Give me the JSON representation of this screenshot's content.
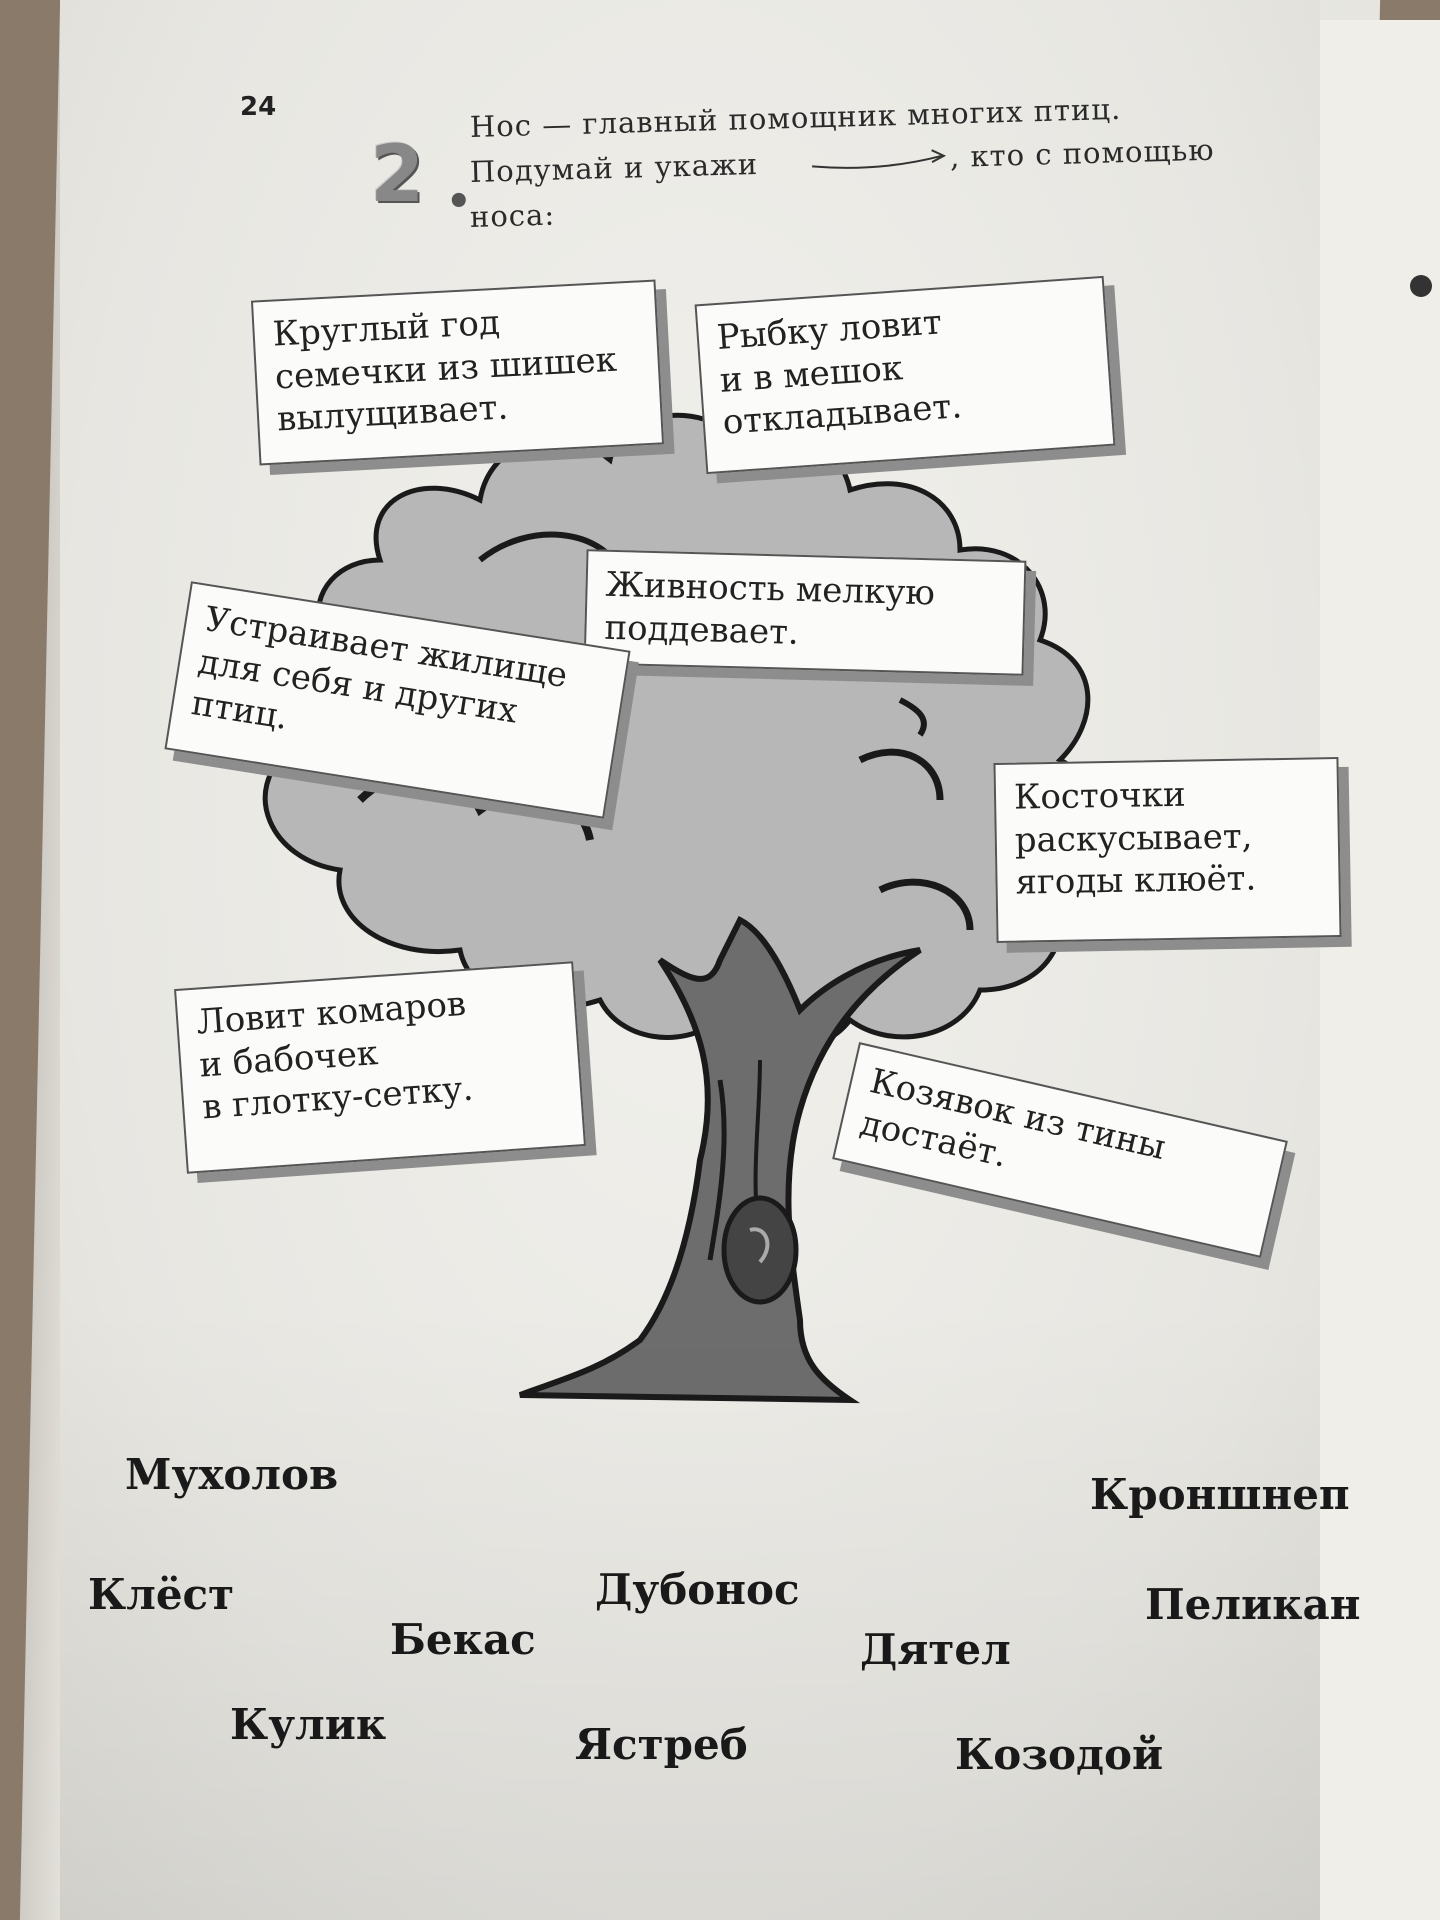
{
  "page": {
    "number": "24",
    "task_number": "2",
    "instruction": {
      "line1": "Нос — главный помощник многих птиц.",
      "line2a": "Подумай и укажи",
      "line2b": ", кто с помощью",
      "line3": "носа:"
    }
  },
  "cards": [
    {
      "lines": [
        "Круглый год",
        "семечки из шишек",
        "вылущивает."
      ]
    },
    {
      "lines": [
        "Рыбку ловит",
        "и в мешок",
        "откладывает."
      ]
    },
    {
      "lines": [
        "Живность мелкую",
        "поддевает."
      ]
    },
    {
      "lines": [
        "Устраивает жилище",
        "для себя и других",
        "птиц."
      ]
    },
    {
      "lines": [
        "Косточки",
        "раскусывает,",
        "ягоды клюёт."
      ]
    },
    {
      "lines": [
        "Ловит комаров",
        "и бабочек",
        "в глотку-сетку."
      ]
    },
    {
      "lines": [
        "Козявок из тины",
        "достаёт."
      ]
    }
  ],
  "birds": [
    "Мухолов",
    "Кроншнеп",
    "Клёст",
    "Дубонос",
    "Пеликан",
    "Бекас",
    "Дятел",
    "Кулик",
    "Ястреб",
    "Козодой"
  ],
  "colors": {
    "paper": "#ecebe6",
    "tree_crown": "#b8b8b8",
    "tree_trunk": "#6e6e6e",
    "outline": "#1a1a1a"
  }
}
